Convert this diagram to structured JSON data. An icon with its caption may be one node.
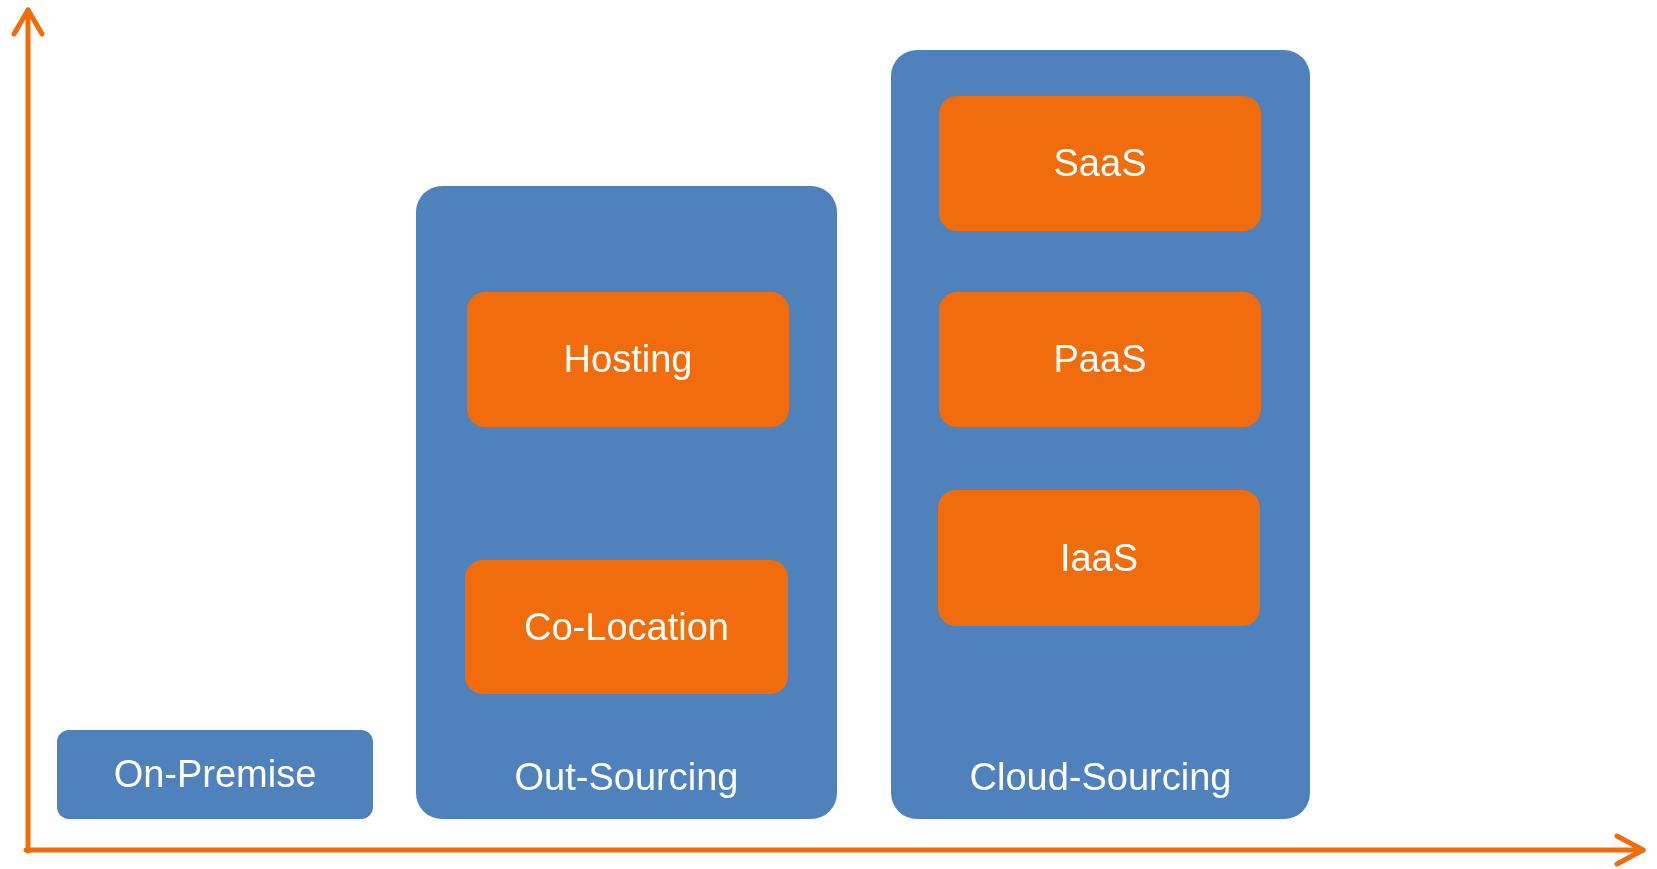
{
  "diagram": {
    "nodes": [
      {
        "text": [
          "On-Premise"
        ]
      },
      {
        "text": [
          "Out-Sourcing"
        ]
      },
      {
        "text": [
          "Hosting"
        ],
        "in": 1
      },
      {
        "text": [
          "Co-Location"
        ],
        "in": 1
      },
      {
        "text": [
          "Cloud-Sourcing"
        ]
      },
      {
        "text": [
          "SaaS"
        ],
        "in": 4
      },
      {
        "text": [
          "PaaS"
        ],
        "in": 4
      },
      {
        "text": [
          "IaaS"
        ],
        "in": 4
      }
    ]
  }
}
